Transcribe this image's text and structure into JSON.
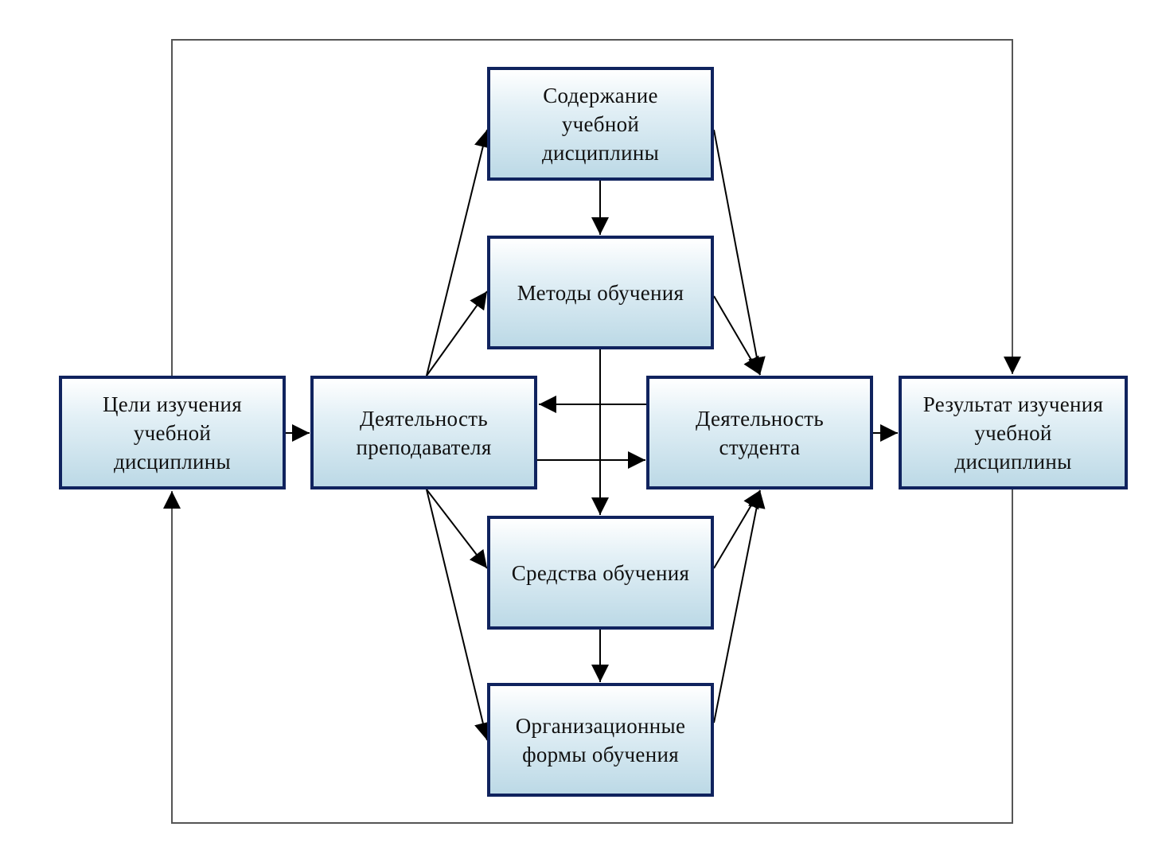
{
  "diagram": {
    "nodes": {
      "goals": {
        "label": "Цели изучения\nучебной\nдисциплины"
      },
      "teacher": {
        "label": "Деятельность\nпреподавателя"
      },
      "content": {
        "label": "Содержание\nучебной\nдисциплины"
      },
      "methods": {
        "label": "Методы обучения"
      },
      "student": {
        "label": "Деятельность\nстудента"
      },
      "result": {
        "label": "Результат изучения\nучебной\nдисциплины"
      },
      "means": {
        "label": "Средства обучения"
      },
      "forms": {
        "label": "Организационные\nформы обучения"
      }
    },
    "edges": [
      {
        "from": "goals",
        "to": "teacher"
      },
      {
        "from": "teacher",
        "to": "content"
      },
      {
        "from": "teacher",
        "to": "methods"
      },
      {
        "from": "teacher",
        "to": "means"
      },
      {
        "from": "teacher",
        "to": "forms"
      },
      {
        "from": "teacher",
        "to": "student"
      },
      {
        "from": "student",
        "to": "teacher"
      },
      {
        "from": "content",
        "to": "methods"
      },
      {
        "from": "content",
        "to": "student"
      },
      {
        "from": "methods",
        "to": "student"
      },
      {
        "from": "methods",
        "to": "means"
      },
      {
        "from": "means",
        "to": "forms"
      },
      {
        "from": "means",
        "to": "student"
      },
      {
        "from": "forms",
        "to": "student"
      },
      {
        "from": "student",
        "to": "result"
      },
      {
        "from": "goals",
        "to": "result"
      },
      {
        "from": "result",
        "to": "goals"
      }
    ],
    "colors": {
      "box_border": "#10235e",
      "box_fill_top": "#ffffff",
      "box_fill_bottom": "#bcd9e6",
      "line": "#000000",
      "frame_line": "#555555"
    }
  }
}
